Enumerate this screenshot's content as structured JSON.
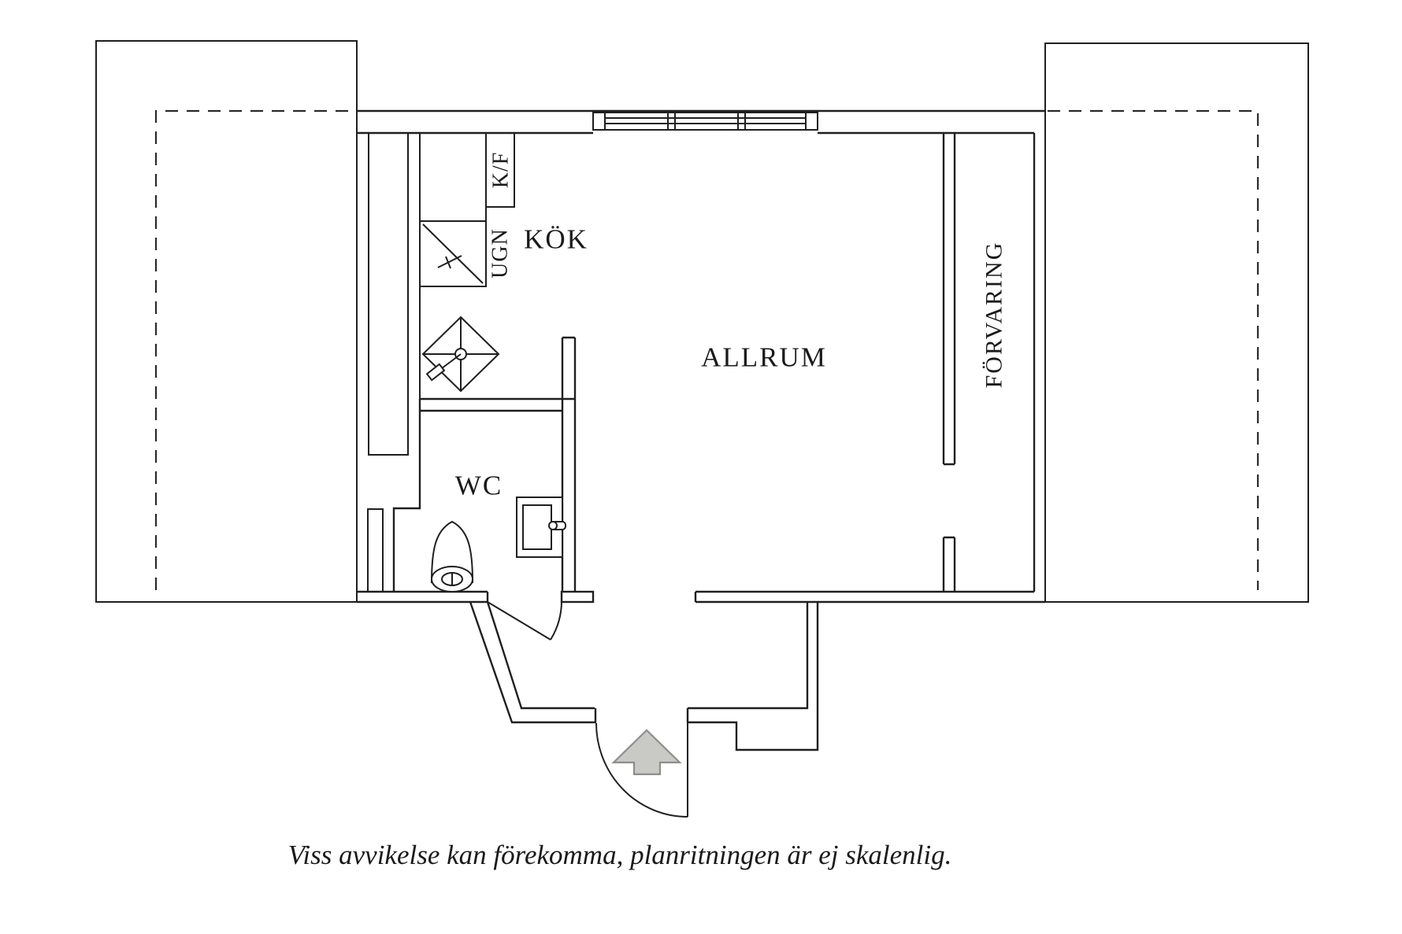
{
  "rooms": {
    "kitchen_label": "KÖK",
    "living_room_label": "ALLRUM",
    "wc_label": "WC",
    "storage_label": "FÖRVARING"
  },
  "appliances": {
    "fridge_freezer_label": "K/F",
    "oven_label": "UGN"
  },
  "caption": "Viss avvikelse kan förekomma, planritningen är ej skalenlig.",
  "colors": {
    "line": "#1f1f1f",
    "text": "#1a1a1a",
    "arrow_fill": "#c9c9c5",
    "arrow_stroke": "#8d8d8b",
    "background": "#ffffff"
  }
}
